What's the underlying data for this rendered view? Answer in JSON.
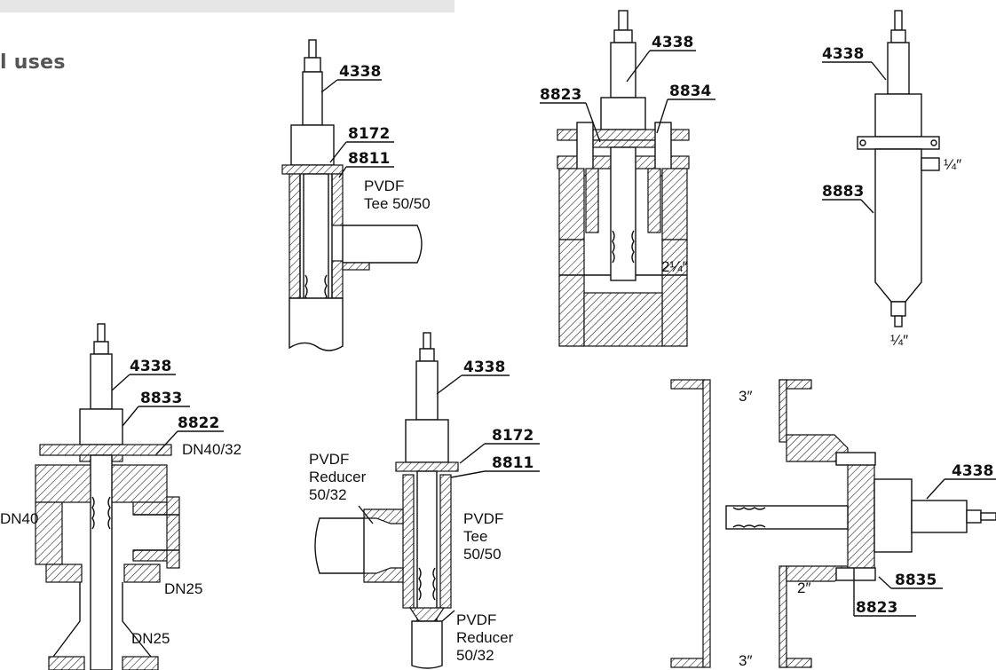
{
  "page": {
    "heading": "l uses"
  },
  "labels": {
    "d1": {
      "p1": "4338",
      "p2": "8172",
      "p3": "8811",
      "t1": "PVDF",
      "t2": "Tee 50/50"
    },
    "d2": {
      "p1": "4338",
      "p2": "8823",
      "p3": "8834",
      "size": "2¼″"
    },
    "d3": {
      "p1": "4338",
      "p2": "8883",
      "s1": "¼″",
      "s2": "¼″"
    },
    "d4": {
      "p1": "4338",
      "p2": "8833",
      "p3": "8822",
      "dn1": "DN40/32",
      "dn2": "DN40",
      "dn3": "DN25",
      "dn4": "DN25"
    },
    "d5": {
      "p1": "4338",
      "p2": "8172",
      "p3": "8811",
      "r1": "PVDF",
      "r2": "Reducer",
      "r3": "50/32",
      "t1": "PVDF",
      "t2": "Tee",
      "t3": "50/50",
      "b1": "PVDF",
      "b2": "Reducer",
      "b3": "50/32"
    },
    "d6": {
      "p1": "4338",
      "p2": "8835",
      "p3": "8823",
      "s1": "3″",
      "s2": "2″",
      "s3": "3″"
    }
  }
}
